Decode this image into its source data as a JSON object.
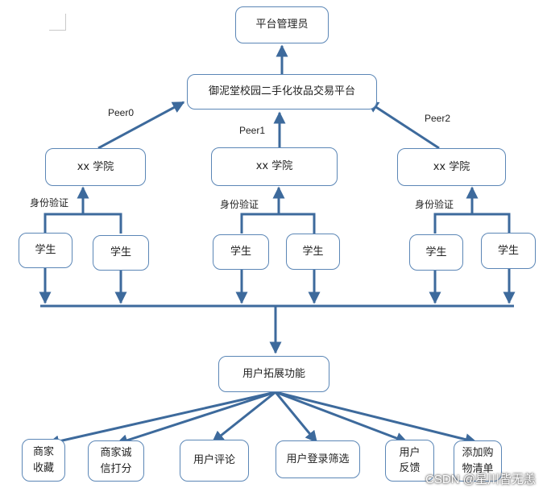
{
  "top": {
    "admin": "平台管理员",
    "platform": "御泥堂校园二手化妆品交易平台"
  },
  "peers": [
    "Peer0",
    "Peer1",
    "Peer2"
  ],
  "colleges": [
    "xx 学院",
    "xx 学院",
    "xx 学院"
  ],
  "auth_label": "身份验证",
  "student": "学生",
  "ext": {
    "title": "用户拓展功能",
    "features": [
      "商家\n收藏",
      "商家诚\n信打分",
      "用户评论",
      "用户登录筛选",
      "用户\n反馈",
      "添加购\n物清单"
    ]
  },
  "watermark": "CSDN @星川皆无恙",
  "colors": {
    "border": "#5b86b6",
    "line": "#3d6a9c"
  }
}
